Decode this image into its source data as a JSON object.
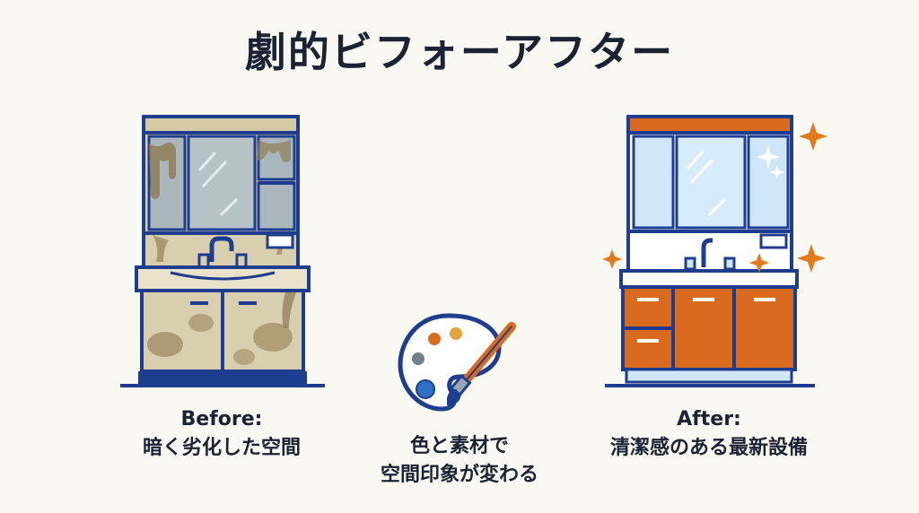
{
  "title": "劇的ビフォーアフター",
  "before": {
    "heading": "Before:",
    "description": "暗く劣化した空間"
  },
  "transition": {
    "line1": "色と素材で",
    "line2": "空間印象が変わる"
  },
  "after": {
    "heading": "After:",
    "description": "清潔感のある最新設備"
  },
  "colors": {
    "navy": "#1f3d8f",
    "dirty": "#d9cfae",
    "stain": "#9c8a62",
    "mirror_before": "#a9b7bd",
    "mirror_after": "#cfe6f7",
    "orange": "#d96a1e",
    "sparkle": "#e07a1a",
    "background": "#faf8f2"
  },
  "icons": [
    "dirty-vanity-icon",
    "palette-brush-icon",
    "clean-vanity-icon",
    "sparkle-icon"
  ]
}
